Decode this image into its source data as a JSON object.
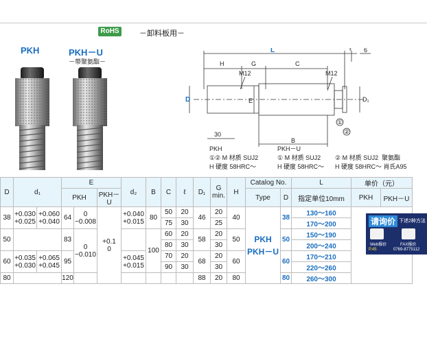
{
  "badge": "RoHS",
  "products": {
    "pkh_label": "PKH",
    "pkhu_label": "PKH－U",
    "pkhu_sub": "－带聚氨酯－"
  },
  "use_title": "－卸料板用－",
  "drawing": {
    "L": "L",
    "l": "ℓ",
    "six": "6",
    "H": "H",
    "G": "G",
    "C": "C",
    "M12a": "M12",
    "M12b": "M12",
    "D": "D",
    "E": "E",
    "D1": "D₁",
    "thirty": "30",
    "B": "B",
    "c1": "①",
    "c2": "②"
  },
  "legend": {
    "pkh_title": "PKH",
    "pkh_line1": "①② M 材质  SUJ2",
    "pkh_line2": "H 硬度  58HRC～",
    "pkhu_title": "PKH－U",
    "pkhu_line1": "① M 材质  SUJ2",
    "pkhu_line2": "H 硬度  58HRC～",
    "c2_line1": "② M 材质  SUJ2",
    "c2_mat": "聚氨酯",
    "c2_line2": "H 硬度  58HRC～",
    "c2_hard": "肖氏A95"
  },
  "table": {
    "headers": {
      "D": "D",
      "d1": "d₁",
      "E": "E",
      "E_pkh": "PKH",
      "E_pkhu": "PKH－U",
      "d2": "d₂",
      "B": "B",
      "C": "C",
      "l": "ℓ",
      "D1": "D₁",
      "G": "G",
      "Gmin": "min.",
      "H": "H",
      "catalog": "Catalog  No.",
      "type": "Type",
      "catD": "D",
      "L": "L",
      "Lsub": "指定单位10mm",
      "price": "单价（元）",
      "price_pkh": "PKH",
      "price_pkhu": "PKH－U"
    },
    "rows": [
      {
        "D": "38",
        "d1": "+0.030\n+0.025",
        "d1b": "+0.060\n+0.040",
        "E_pkh": "64",
        "E_tol": "0\n−0.008",
        "E_pkhu": "",
        "d2": "+0.040\n+0.015",
        "B": "80",
        "C": [
          "50",
          "75"
        ],
        "l": [
          "20",
          "30"
        ],
        "D1": "46",
        "G": [
          "20",
          "25"
        ],
        "H": "40",
        "catD": "38",
        "L": [
          "130～160",
          "170～200"
        ]
      },
      {
        "D": "50",
        "E_pkh": "83",
        "B": "",
        "C": [
          "60",
          "80"
        ],
        "l": [
          "20",
          "30"
        ],
        "D1": "58",
        "G": [
          "20",
          "30"
        ],
        "H": "50",
        "catD": "50",
        "L": [
          "150～190",
          "200～240"
        ]
      },
      {
        "D": "60",
        "d1": "+0.035\n+0.030",
        "d1b": "+0.065\n+0.045",
        "E_pkh": "95",
        "E_tol": "0\n−0.010",
        "d2": "+0.045\n+0.015",
        "B": "100",
        "C": [
          "70",
          "90"
        ],
        "l": [
          "20",
          "30"
        ],
        "D1": "68",
        "G": [
          "20",
          "30"
        ],
        "H": "60",
        "catD": "60",
        "L": [
          "170～210",
          "220～260"
        ]
      },
      {
        "D": "80",
        "E_pkh": "120",
        "C": [
          ""
        ],
        "l": [
          ""
        ],
        "D1": "88",
        "G": [
          "20"
        ],
        "H": "80",
        "catD": "80",
        "L": [
          "260～300"
        ]
      }
    ],
    "E_pkhu_val": "+0.1\n0",
    "type_label_1": "PKH",
    "type_label_2": "PKH－U"
  },
  "ad": {
    "title": "请询价",
    "line1": "下述2种方法",
    "web": "Web报价",
    "fax": "FAX报价",
    "fax_no": "0769-8775112",
    "p45": "P.45"
  },
  "colors": {
    "accent_blue": "#1a6ec0",
    "header_bg": "#e6f4fb",
    "rohs_green": "#3d9b4a"
  }
}
